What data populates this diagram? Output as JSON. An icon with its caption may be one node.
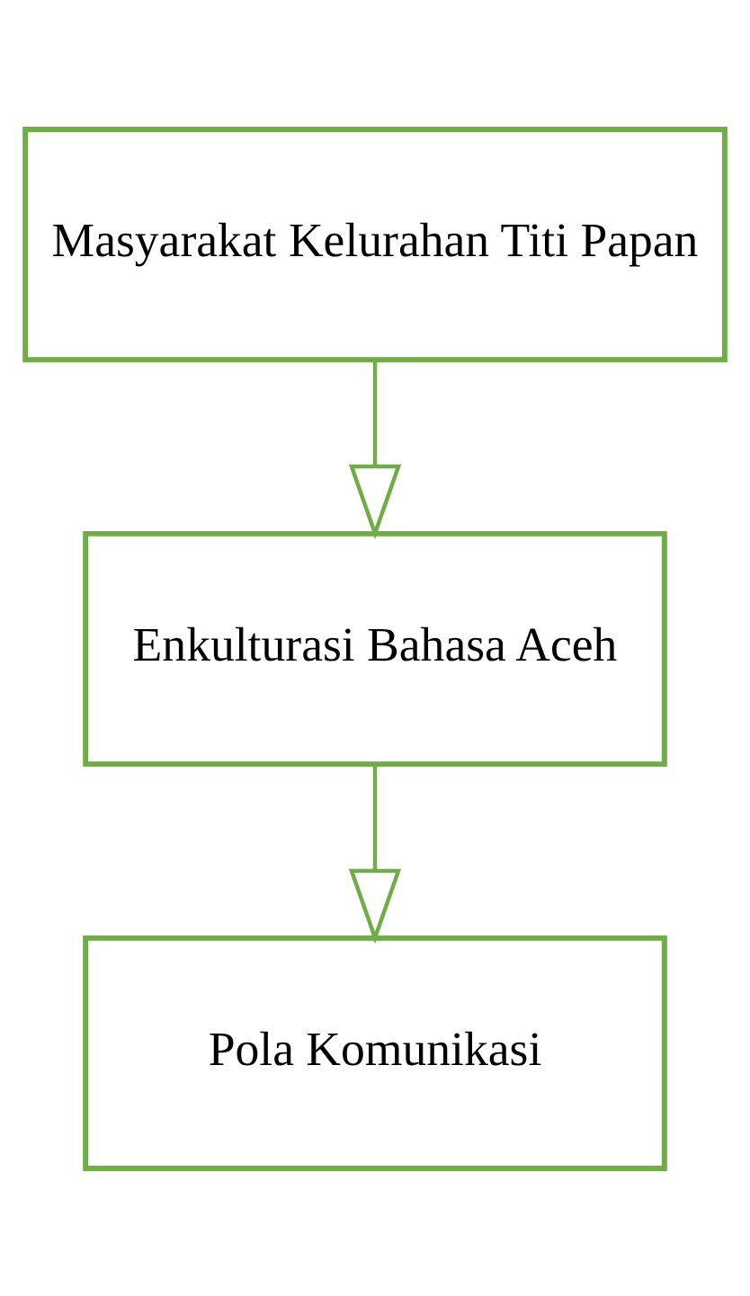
{
  "diagram": {
    "nodes": [
      {
        "text": [
          "Masyarakat Kelurahan Titi Papan"
        ]
      },
      {
        "text": [
          "Enkulturasi Bahasa Aceh"
        ]
      },
      {
        "text": [
          "Pola Komunikasi"
        ]
      }
    ],
    "edges": [
      {
        "from": 0,
        "to": 1,
        "arrow": "to"
      },
      {
        "from": 1,
        "to": 2,
        "arrow": "to"
      }
    ]
  }
}
